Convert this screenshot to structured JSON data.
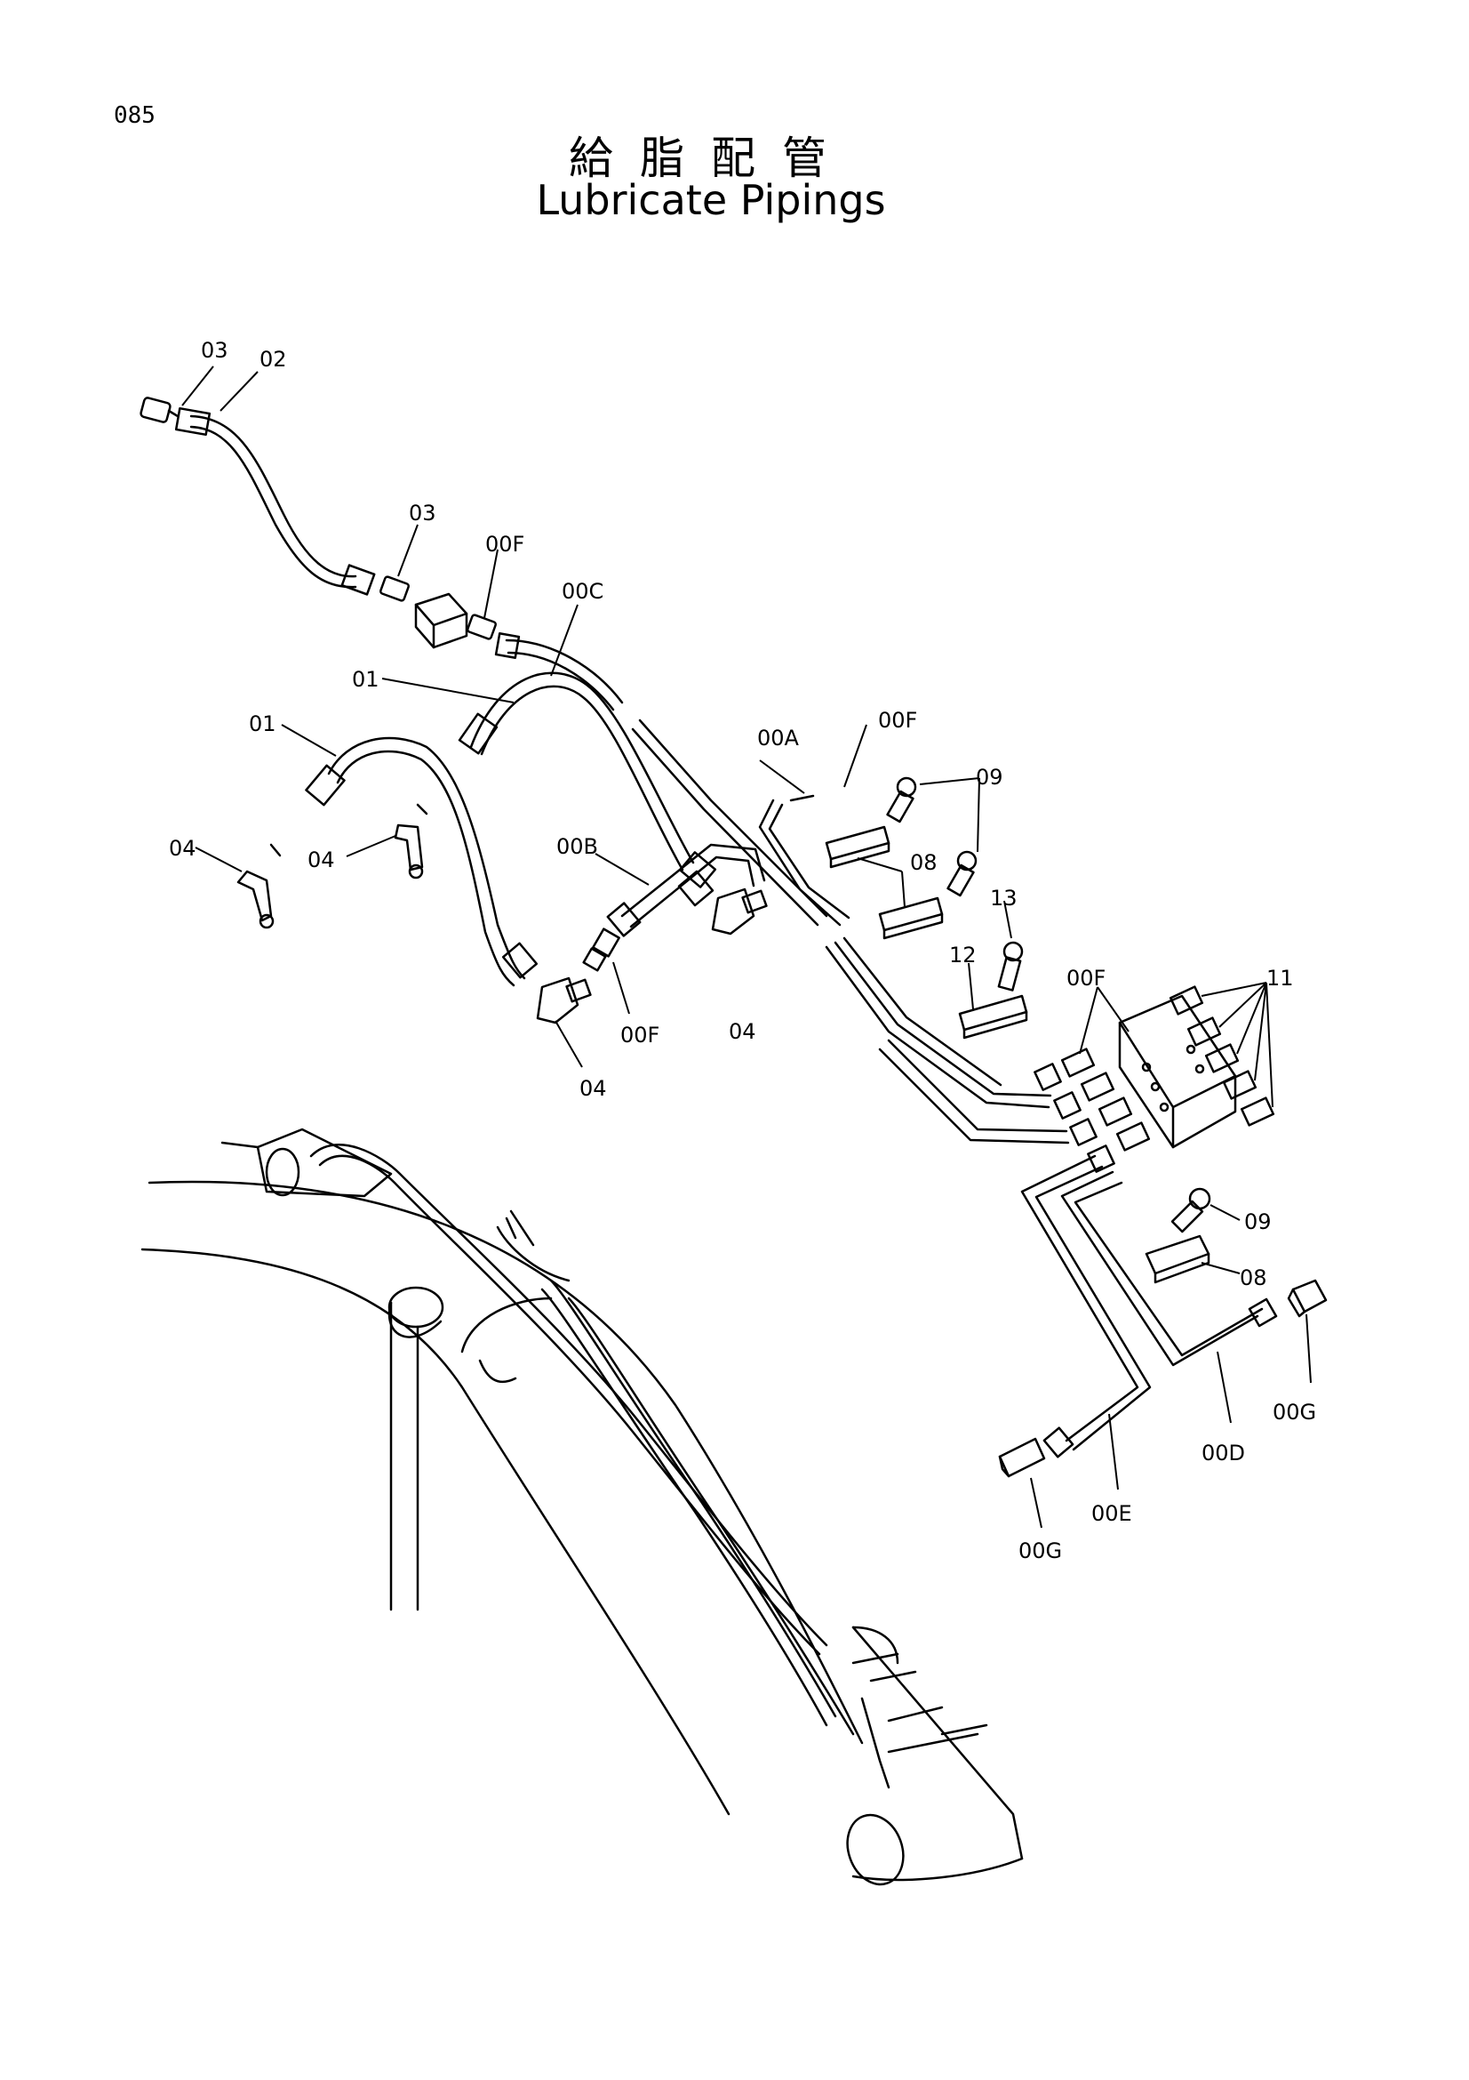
{
  "page_number": "085",
  "title_jp": "給脂配管",
  "title_en": "Lubricate Pipings",
  "callouts": {
    "c03a": "03",
    "c02": "02",
    "c03b": "03",
    "c00f1": "00F",
    "c00c": "00C",
    "c01a": "01",
    "c01b": "01",
    "c04a": "04",
    "c04b": "04",
    "c00b": "00B",
    "c00f2": "00F",
    "c04c": "04",
    "c04d": "04",
    "c00a": "00A",
    "c00f3": "00F",
    "c09a": "09",
    "c08a": "08",
    "c13": "13",
    "c12": "12",
    "c00f4": "00F",
    "c11": "11",
    "c09b": "09",
    "c08b": "08",
    "c00g1": "00G",
    "c00d": "00D",
    "c00e": "00E",
    "c00g2": "00G"
  }
}
